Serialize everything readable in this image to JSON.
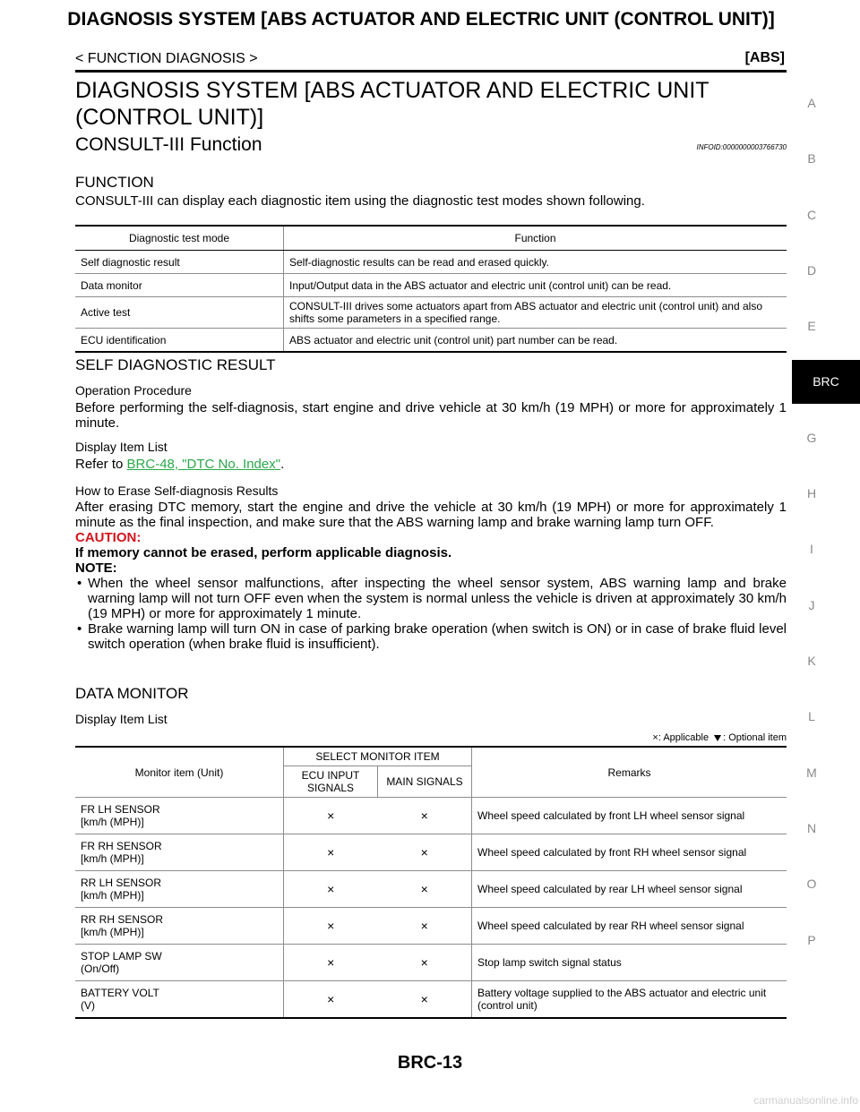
{
  "header": {
    "title": "DIAGNOSIS SYSTEM [ABS ACTUATOR AND ELECTRIC UNIT (CONTROL UNIT)]",
    "section": "< FUNCTION DIAGNOSIS >",
    "system": "[ABS]"
  },
  "main_heading": "DIAGNOSIS SYSTEM [ABS ACTUATOR AND ELECTRIC UNIT (CONTROL UNIT)]",
  "consult": {
    "heading": "CONSULT-III Function",
    "info_id": "INFOID:0000000003766730"
  },
  "function": {
    "heading": "FUNCTION",
    "intro": "CONSULT-III can display each diagnostic item using the diagnostic test modes shown following.",
    "table": {
      "headers": [
        "Diagnostic test mode",
        "Function"
      ],
      "rows": [
        [
          "Self diagnostic result",
          "Self-diagnostic results can be read and erased quickly."
        ],
        [
          "Data monitor",
          "Input/Output data in the ABS actuator and electric unit (control unit) can be read."
        ],
        [
          "Active test",
          "CONSULT-III drives some actuators apart from ABS actuator and electric unit (control unit) and also shifts some parameters in a specified range."
        ],
        [
          "ECU identification",
          "ABS actuator and electric unit (control unit) part number can be read."
        ]
      ]
    }
  },
  "self_diag": {
    "heading": "SELF DIAGNOSTIC RESULT",
    "op_heading": "Operation Procedure",
    "op_text": "Before performing the self-diagnosis, start engine and drive vehicle at 30 km/h (19 MPH) or more for approximately 1 minute.",
    "display_heading": "Display Item List",
    "refer_prefix": "Refer to ",
    "refer_link": "BRC-48, \"DTC No. Index\"",
    "refer_suffix": ".",
    "erase_heading": "How to Erase Self-diagnosis Results",
    "erase_text": "After erasing DTC memory, start the engine and drive the vehicle at 30 km/h (19 MPH) or more for approximately 1 minute as the final inspection, and make sure that the ABS warning lamp and brake warning lamp turn OFF.",
    "caution_label": "CAUTION:",
    "caution_text": "If memory cannot be erased, perform applicable diagnosis.",
    "note_label": "NOTE:",
    "notes": [
      "When the wheel sensor malfunctions, after inspecting the wheel sensor system, ABS warning lamp and brake warning lamp will not turn OFF even when the system is normal unless the vehicle is driven at approximately 30 km/h (19 MPH) or more for approximately 1 minute.",
      "Brake warning lamp will turn ON in case of parking brake operation (when switch is ON) or in case of brake fluid level switch operation (when brake fluid is insufficient)."
    ]
  },
  "data_monitor": {
    "heading": "DATA MONITOR",
    "sub_heading": "Display Item List",
    "legend_applicable": "×: Applicable",
    "legend_optional": ": Optional item",
    "table": {
      "col_monitor": "Monitor item (Unit)",
      "col_select": "SELECT MONITOR ITEM",
      "col_ecu": "ECU INPUT SIGNALS",
      "col_main": "MAIN SIGNALS",
      "col_remarks": "Remarks",
      "rows": [
        {
          "item": "FR LH SENSOR",
          "unit": "[km/h (MPH)]",
          "ecu": "×",
          "main": "×",
          "remarks": "Wheel speed calculated by front LH wheel sensor signal"
        },
        {
          "item": "FR RH SENSOR",
          "unit": "[km/h (MPH)]",
          "ecu": "×",
          "main": "×",
          "remarks": "Wheel speed calculated by front RH wheel sensor signal"
        },
        {
          "item": "RR LH SENSOR",
          "unit": "[km/h (MPH)]",
          "ecu": "×",
          "main": "×",
          "remarks": "Wheel speed calculated by rear LH wheel sensor signal"
        },
        {
          "item": "RR RH SENSOR",
          "unit": "[km/h (MPH)]",
          "ecu": "×",
          "main": "×",
          "remarks": "Wheel speed calculated by rear RH wheel sensor signal"
        },
        {
          "item": "STOP LAMP SW",
          "unit": "(On/Off)",
          "ecu": "×",
          "main": "×",
          "remarks": "Stop lamp switch signal status"
        },
        {
          "item": "BATTERY VOLT",
          "unit": "(V)",
          "ecu": "×",
          "main": "×",
          "remarks": "Battery voltage supplied to the ABS actuator and electric unit (control unit)"
        }
      ]
    }
  },
  "side_nav": {
    "letters": [
      "A",
      "B",
      "C",
      "D",
      "E",
      "G",
      "H",
      "I",
      "J",
      "K",
      "L",
      "M",
      "N",
      "O",
      "P"
    ],
    "active_tab": "BRC"
  },
  "footer": {
    "page_number": "BRC-13",
    "watermark": "carmanualsonline.info"
  }
}
